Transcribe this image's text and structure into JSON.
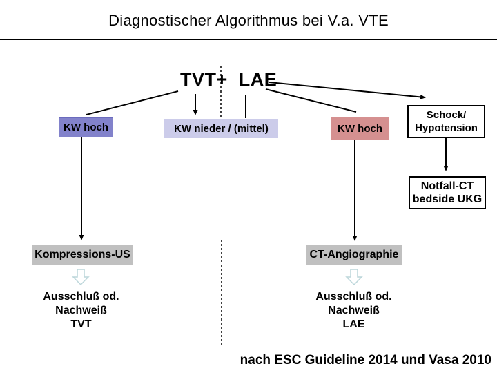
{
  "slide": {
    "title": "Diagnostischer Algorithmus bei V.a. VTE",
    "heading": "TVT+ LAE",
    "footer": "nach ESC Guideline 2014 und Vasa 2010"
  },
  "nodes": {
    "kw_hoch_left": "KW hoch",
    "kw_nieder": "KW nieder / (mittel)",
    "kw_hoch_right": "KW hoch",
    "schock_line1": "Schock/",
    "schock_line2": "Hypotension",
    "notfall_line1": "Notfall-CT",
    "notfall_line2": "bedside UKG",
    "kompressions_us": "Kompressions-US",
    "ct_angiographie": "CT-Angiographie",
    "result_left_line1": "Ausschluß od.",
    "result_left_line2": "Nachweiß",
    "result_left_line3": "TVT",
    "result_right_line1": "Ausschluß od.",
    "result_right_line2": "Nachweiß",
    "result_right_line3": "LAE"
  },
  "colors": {
    "kw_hoch_left_bg": "#8282cb",
    "kw_nieder_bg": "#ccccea",
    "kw_hoch_right_bg": "#d59090",
    "gray_box_bg": "#c0c0c0",
    "box_border": "#000000",
    "connector_line": "#000000",
    "hollow_arrow_outline": "#bcd6da",
    "text": "#000000",
    "background": "#ffffff"
  }
}
